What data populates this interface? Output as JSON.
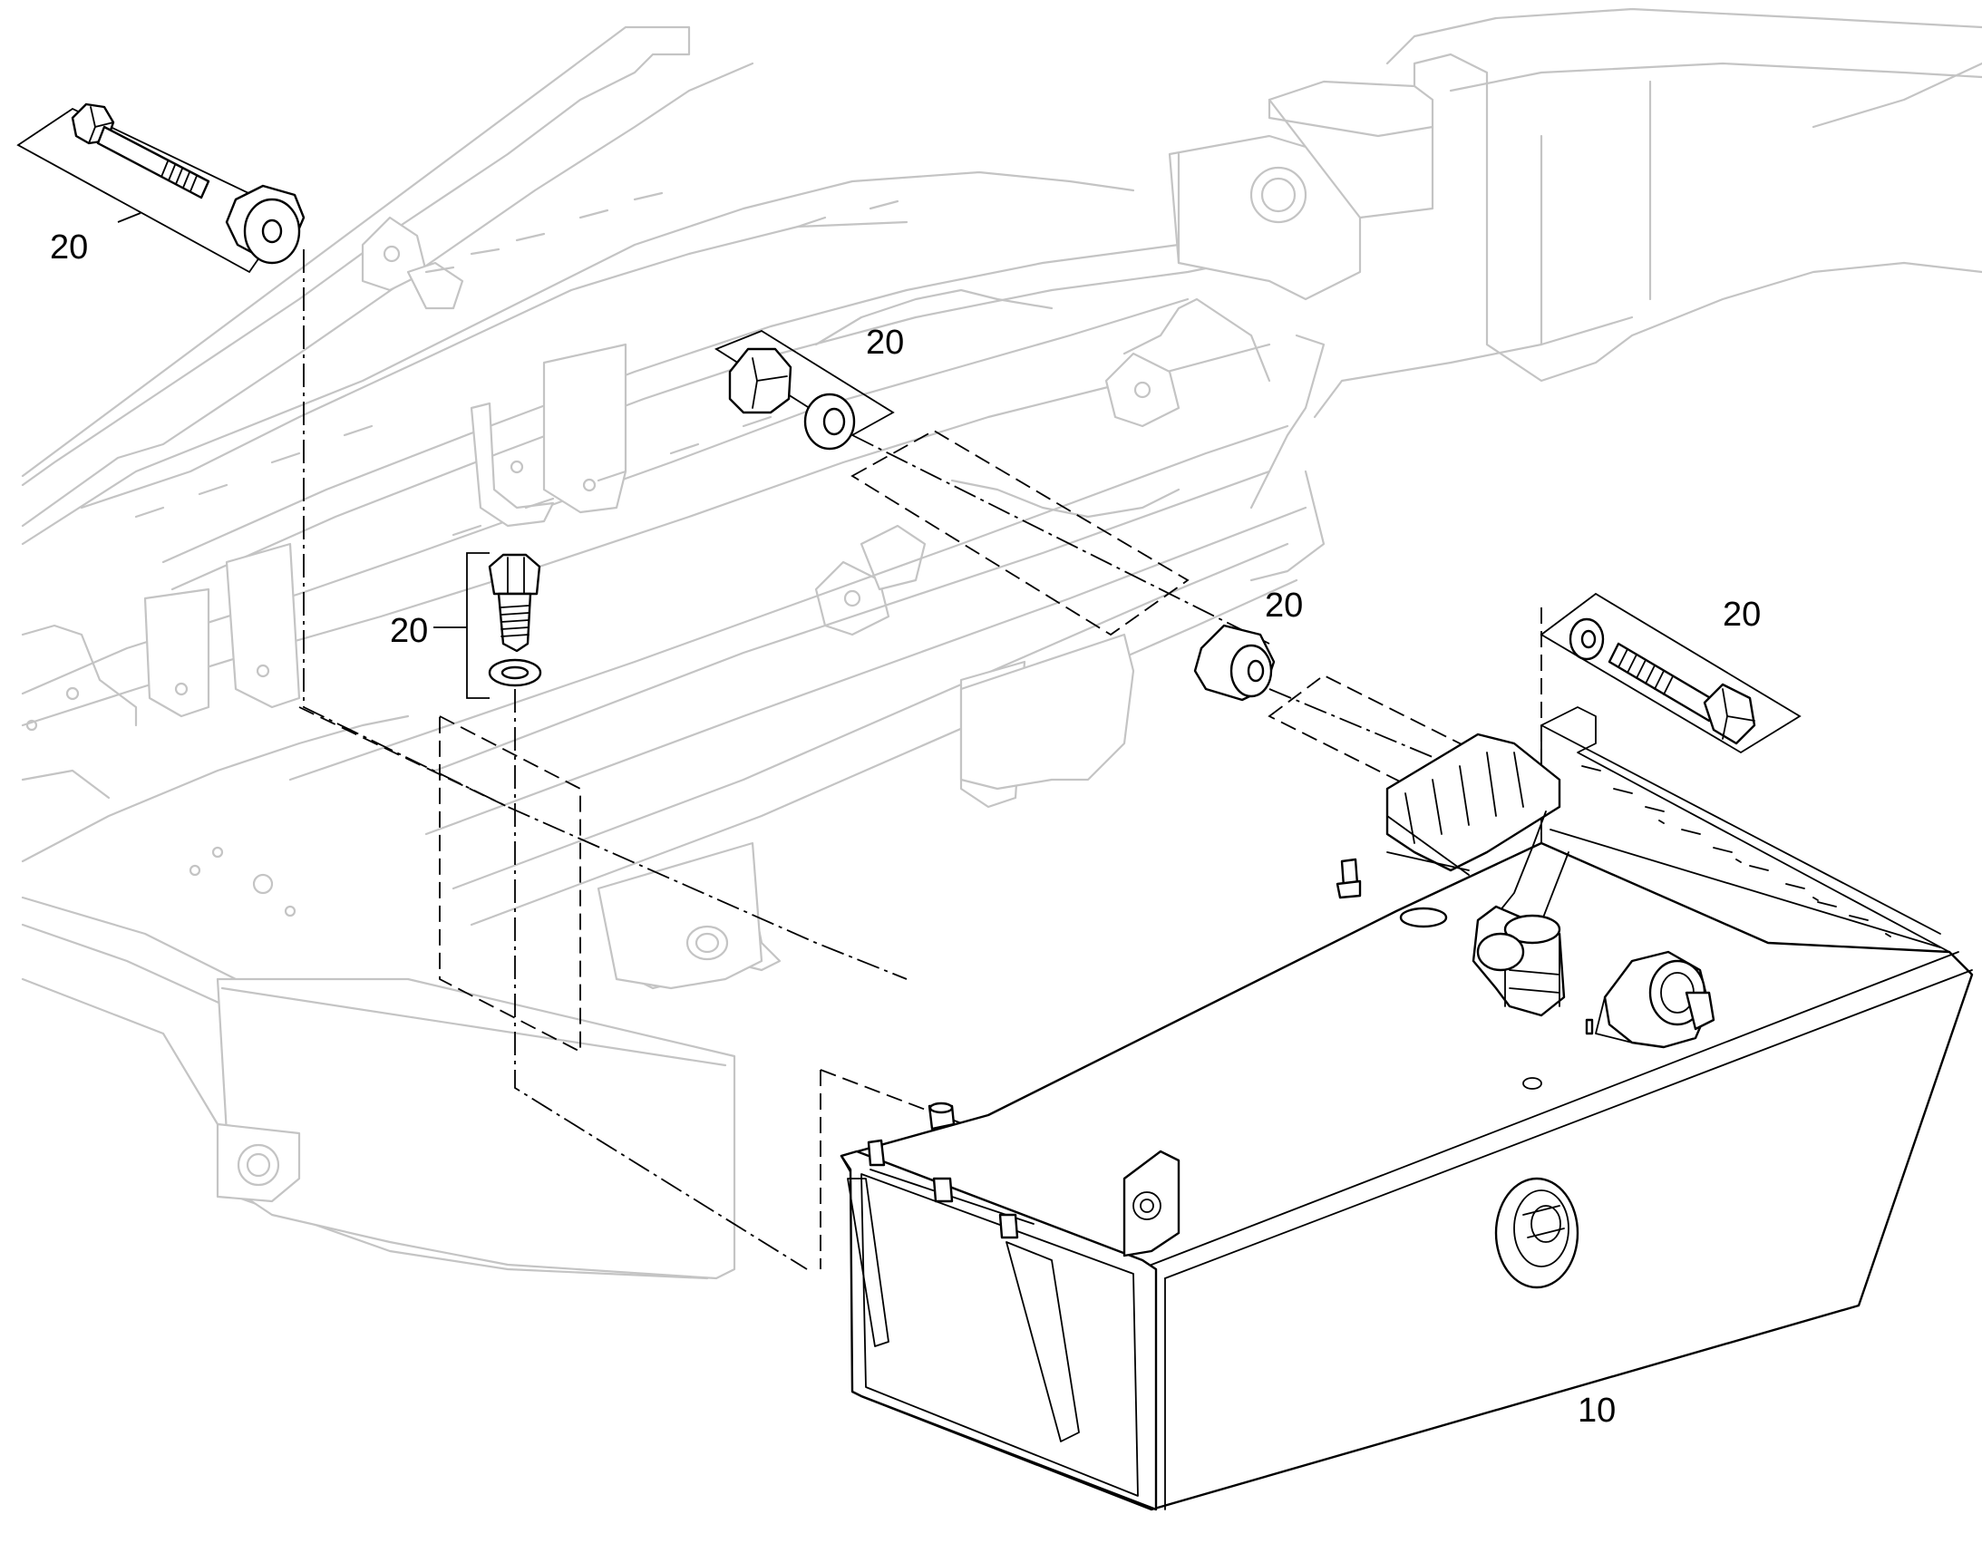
{
  "callouts": {
    "bolt_long_upper_left": "20",
    "nut_washer_top": "20",
    "bolt_washer_vertical": "20",
    "spacer_bushing": "20",
    "bolt_washer_right": "20",
    "fuel_tank": "10"
  },
  "colors": {
    "background": "#ffffff",
    "frame_lines": "#c4c4c4",
    "part_lines": "#000000"
  },
  "icons": [
    "hex-bolt-icon",
    "rubber-mount-icon",
    "hex-nut-icon",
    "washer-icon",
    "bushing-icon",
    "fuel-tank-icon",
    "filler-cap-icon",
    "sender-unit-icon"
  ]
}
